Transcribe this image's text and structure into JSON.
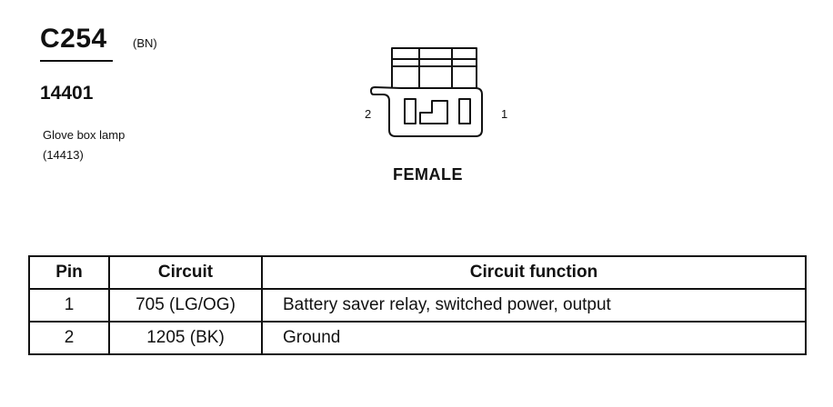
{
  "connector": {
    "id": "C254",
    "color_code": "(BN)",
    "part_number": "14401",
    "component_name": "Glove box lamp",
    "component_number": "(14413)",
    "gender": "FEMALE",
    "pin_left_label": "2",
    "pin_right_label": "1"
  },
  "table": {
    "headers": [
      "Pin",
      "Circuit",
      "Circuit function"
    ],
    "rows": [
      {
        "pin": "1",
        "circuit": "705 (LG/OG)",
        "function": "Battery saver relay, switched power, output"
      },
      {
        "pin": "2",
        "circuit": "1205 (BK)",
        "function": "Ground"
      }
    ]
  }
}
